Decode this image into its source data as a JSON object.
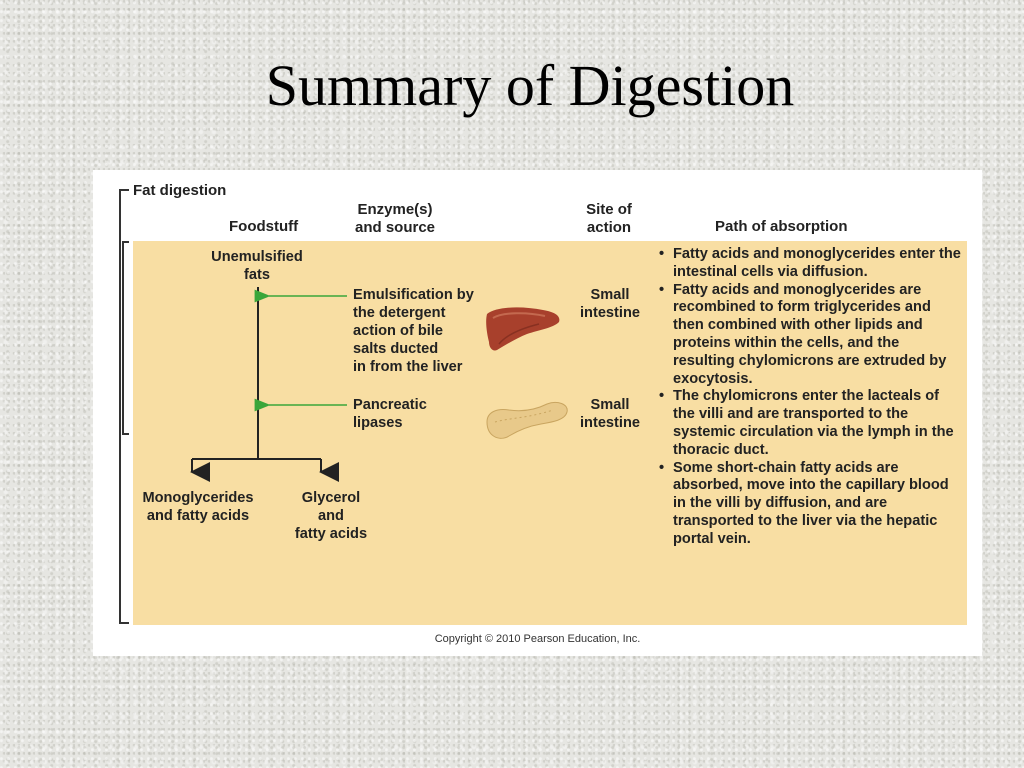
{
  "slide": {
    "title": "Summary of Digestion"
  },
  "figure": {
    "section_label": "Fat digestion",
    "headers": {
      "foodstuff": "Foodstuff",
      "enzyme_line1": "Enzyme(s)",
      "enzyme_line2": "and source",
      "site_line1": "Site of",
      "site_line2": "action",
      "path": "Path of absorption"
    },
    "flow": {
      "start_line1": "Unemulsified",
      "start_line2": "fats",
      "step1": {
        "lines": [
          "Emulsification by",
          "the detergent",
          "action of bile",
          "salts ducted",
          "in from the liver"
        ],
        "site_line1": "Small",
        "site_line2": "intestine",
        "organ_icon": "liver-icon"
      },
      "step2": {
        "lines": [
          "Pancreatic",
          "lipases"
        ],
        "site_line1": "Small",
        "site_line2": "intestine",
        "organ_icon": "pancreas-icon"
      },
      "product_left_line1": "Monoglycerides",
      "product_left_line2": "and fatty acids",
      "product_right_line1": "Glycerol",
      "product_right_line2": "and",
      "product_right_line3": "fatty acids"
    },
    "absorption": [
      "Fatty acids and monoglycerides enter the intestinal cells via diffusion.",
      "Fatty acids and monoglycerides are recombined to form triglycerides and then combined with other lipids and proteins within the cells, and the resulting chylomicrons are extruded by exocytosis.",
      "The chylomicrons enter the lacteals of the villi and are transported to the systemic circulation via the lymph in the thoracic duct.",
      "Some short-chain fatty acids are absorbed, move into the capillary blood in the villi by diffusion, and are transported to the liver via the hepatic portal vein."
    ],
    "copyright": "Copyright © 2010 Pearson Education, Inc.",
    "colors": {
      "panel": "#f8dea3",
      "arrow": "#3aa63a",
      "liver": "#a8402c",
      "pancreas": "#e8c98a"
    }
  }
}
